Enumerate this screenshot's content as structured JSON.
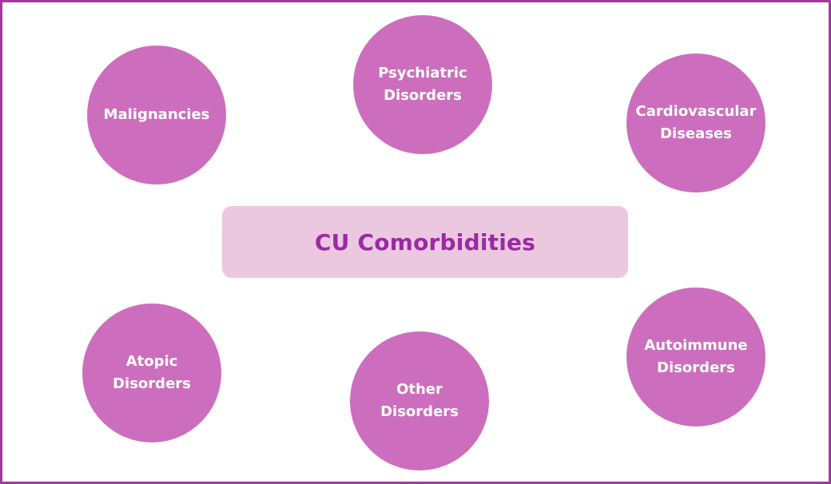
{
  "title": "CU Comorbidities",
  "nodes": {
    "malignancies": "Malignancies",
    "psychiatric": "Psychiatric\nDisorders",
    "cardiovascular": "Cardiovascular\nDiseases",
    "atopic": "Atopic\nDisorders",
    "other": "Other\nDisorders",
    "autoimmune": "Autoimmune\nDisorders"
  },
  "colors": {
    "frame_border": "#a3389f",
    "circle_fill": "#cc6ebd",
    "center_fill": "#ebc8e0",
    "center_text": "#9b2aa2",
    "circle_text": "#ffffff"
  }
}
